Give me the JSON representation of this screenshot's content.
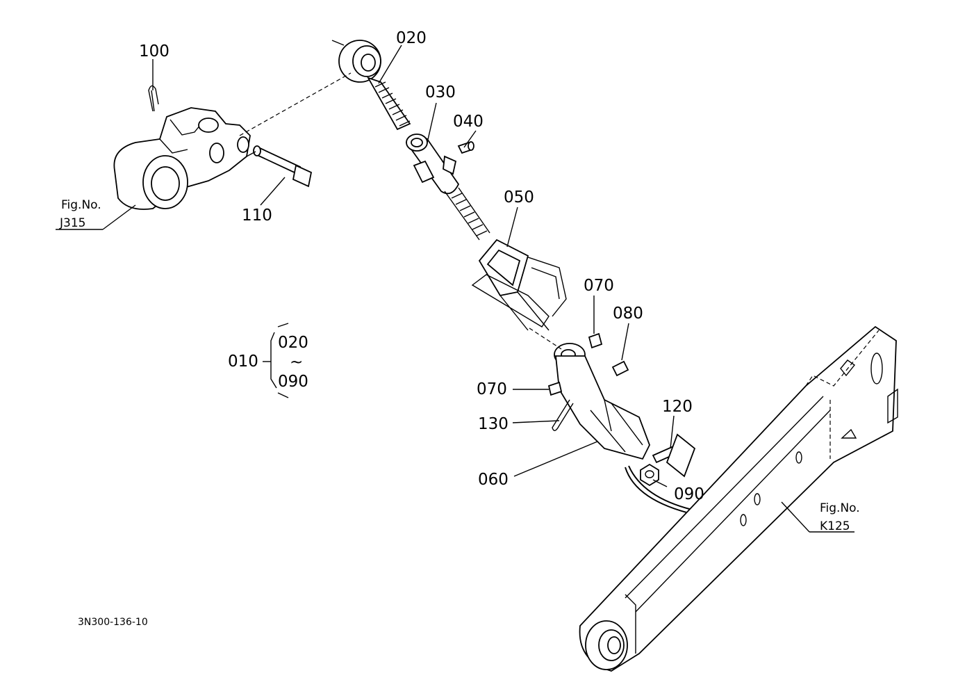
{
  "labels": {
    "p020": "020",
    "p030": "030",
    "p040": "040",
    "p050": "050",
    "p060": "060",
    "p070_top": "070",
    "p070_left": "070",
    "p080": "080",
    "p090": "090",
    "p100": "100",
    "p110": "110",
    "p120": "120",
    "p130": "130"
  },
  "assembly": {
    "parent": "010",
    "from": "020",
    "tilde": "~",
    "to": "090"
  },
  "refs": {
    "left": {
      "title": "Fig.No.",
      "code": "J315"
    },
    "right": {
      "title": "Fig.No.",
      "code": "K125"
    }
  },
  "drawing_code": "3N300-136-10"
}
